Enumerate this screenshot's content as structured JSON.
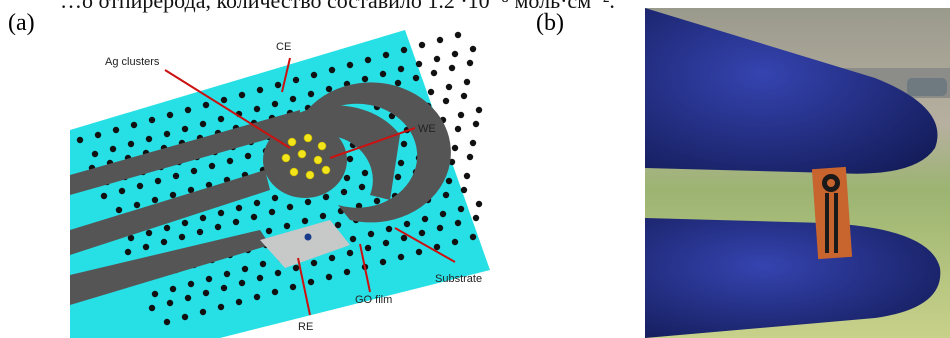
{
  "header_text": "…о отпирерода, количество составило 1.2 ·10⁻⁸ моль·см⁻².",
  "panels": {
    "a": {
      "label": "(a)"
    },
    "b": {
      "label": "(b)"
    }
  },
  "callouts": {
    "ag_clusters": "Ag clusters",
    "ce": "CE",
    "we": "WE",
    "substrate": "Substrate",
    "go_film": "GO film",
    "re": "RE"
  },
  "colors": {
    "substrate": "#27e0e6",
    "electrode": "#555555",
    "reference": "#c7c9c9",
    "ag_cluster": "#f2e51a",
    "leader": "#cc1111",
    "glove": "#25308a",
    "sensor_strip": "#c8642e"
  }
}
